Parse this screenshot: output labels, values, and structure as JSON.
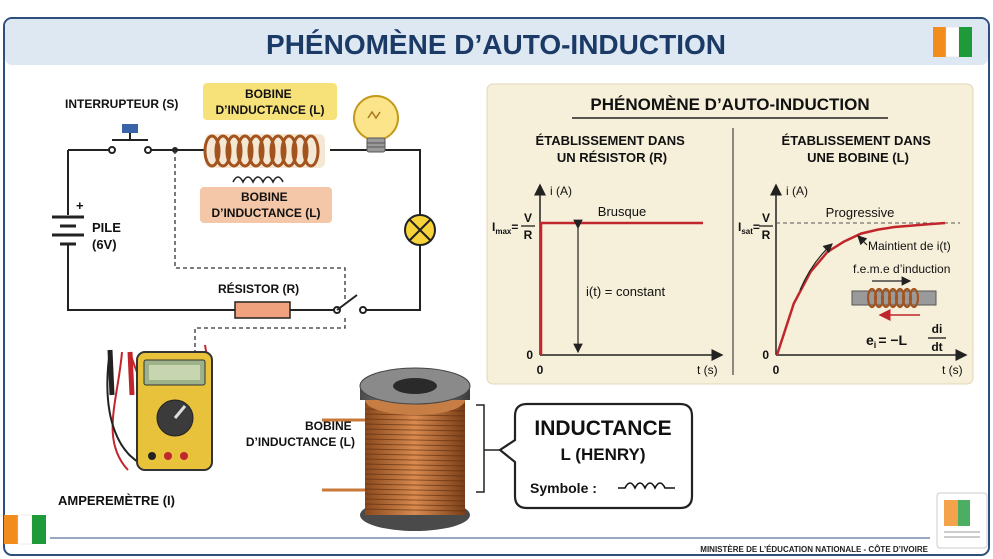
{
  "title": "PHÉNOMÈNE D’AUTO-INDUCTION",
  "colors": {
    "frame": "#2c4f7c",
    "title_bg": "#dde8f3",
    "title_text": "#1b3a66",
    "panel_bg": "#f6efd9",
    "curve": "#c0262b",
    "label_yellow": "#f7e27a",
    "label_salmon": "#f3c7a8",
    "flag_orange": "#f28c1d",
    "flag_green": "#1f9a3b"
  },
  "circuit": {
    "switch_label": "INTERRUPTEUR (S)",
    "coil_top_label": [
      "BOBINE",
      "D’INDUCTANCE (L)"
    ],
    "coil_bottom_label": [
      "BOBINE",
      "D’INDUCTANCE (L)"
    ],
    "battery_label": [
      "PILE",
      "(6V)"
    ],
    "battery_plus": "+",
    "resistor_label": "RÉSISTOR (R)",
    "ammeter_label": "AMPEREMÈTRE (I)",
    "coil3d_label": [
      "BOBINE",
      "D’INDUCTANCE (L)"
    ]
  },
  "callout": {
    "title": "INDUCTANCE",
    "subtitle": "L (HENRY)",
    "symbol_label": "Symbole :"
  },
  "panel": {
    "title": "PHÉNOMÈNE D’AUTO-INDUCTION",
    "left_title": [
      "ÉTABLISSEMENT DANS",
      "UN RÉSISTOR (R)"
    ],
    "right_title": [
      "ÉTABLISSEMENT DANS",
      "UNE BOBINE (L)"
    ],
    "left_ylevel": "I",
    "left_ylevel_sub": "max",
    "right_ylevel": "I",
    "right_ylevel_sub": "sat",
    "fraction_num": "V",
    "fraction_den": "R",
    "equals": "=",
    "emf_annotation": "f.e.m.e d’induction",
    "hold_annotation": "Maintient de i(t)",
    "formula_left": "e",
    "formula_sub": "i",
    "formula_eq": "= −L",
    "formula_num": "di",
    "formula_den": "dt"
  },
  "chart_data": [
    {
      "type": "line",
      "title": "",
      "xlabel": "t (s)",
      "ylabel": "i (A)",
      "x_tick_labels": [
        "0"
      ],
      "y_tick_labels": [
        "0"
      ],
      "series": [
        {
          "name": "",
          "points": [
            [
              0,
              0
            ],
            [
              0,
              1
            ],
            [
              1,
              1
            ]
          ]
        }
      ],
      "annotations": [
        "Brusque",
        "i(t) = constant"
      ],
      "grid": false
    },
    {
      "type": "line",
      "title": "",
      "xlabel": "t (s)",
      "ylabel": "i (A)",
      "x_tick_labels": [
        "0"
      ],
      "y_tick_labels": [
        "0"
      ],
      "series": [
        {
          "name": "",
          "points": [
            [
              0,
              0
            ],
            [
              0.1,
              0.39
            ],
            [
              0.2,
              0.63
            ],
            [
              0.3,
              0.78
            ],
            [
              0.4,
              0.86
            ],
            [
              0.5,
              0.92
            ],
            [
              0.6,
              0.95
            ],
            [
              0.7,
              0.97
            ],
            [
              0.8,
              0.98
            ],
            [
              0.9,
              0.99
            ],
            [
              1,
              1
            ]
          ]
        }
      ],
      "annotations": [
        "Progressive"
      ],
      "grid": false
    }
  ],
  "footer": "MINISTÈRE DE L’ÉDUCATION NATIONALE - CÔTE D’IVOIRE"
}
